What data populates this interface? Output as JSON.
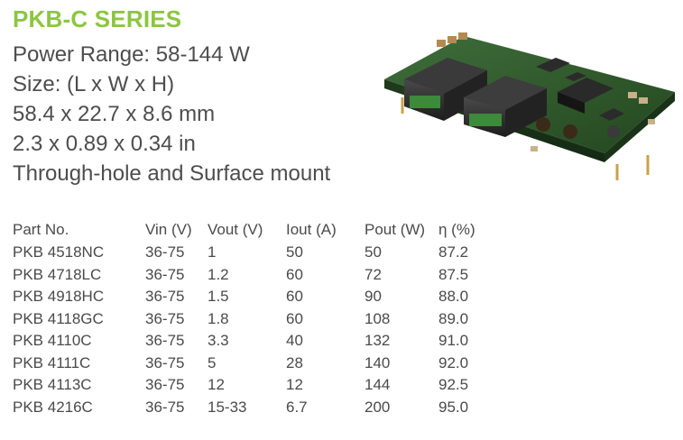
{
  "header": {
    "series_title": "PKB-C SERIES",
    "spec_lines": [
      "Power Range: 58-144 W",
      "Size: (L x W x H)",
      "58.4 x 22.7 x 8.6 mm",
      "2.3 x 0.89 x 0.34 in",
      "Through-hole and Surface mount"
    ]
  },
  "product_image": {
    "icon": "dc-dc-converter-module-photo",
    "pcb_color": "#2f5d2f",
    "component_color": "#2b2b2b"
  },
  "table": {
    "headers": [
      "Part No.",
      "Vin (V)",
      "Vout (V)",
      "Iout (A)",
      "Pout (W)",
      "η (%)"
    ],
    "rows": [
      [
        "PKB 4518NC",
        "36-75",
        "1",
        "50",
        "50",
        "87.2"
      ],
      [
        "PKB 4718LC",
        "36-75",
        "1.2",
        "60",
        "72",
        "87.5"
      ],
      [
        "PKB 4918HC",
        "36-75",
        "1.5",
        "60",
        "90",
        "88.0"
      ],
      [
        "PKB 4118GC",
        "36-75",
        "1.8",
        "60",
        "108",
        "89.0"
      ],
      [
        "PKB 4110C",
        "36-75",
        "3.3",
        "40",
        "132",
        "91.0"
      ],
      [
        "PKB 4111C",
        "36-75",
        "5",
        "28",
        "140",
        "92.0"
      ],
      [
        "PKB 4113C",
        "36-75",
        "12",
        "12",
        "144",
        "92.5"
      ],
      [
        "PKB 4216C",
        "36-75",
        "15-33",
        "6.7",
        "200",
        "95.0"
      ]
    ]
  },
  "colors": {
    "title_green": "#8cc63f",
    "text_gray": "#4a4a4a"
  }
}
